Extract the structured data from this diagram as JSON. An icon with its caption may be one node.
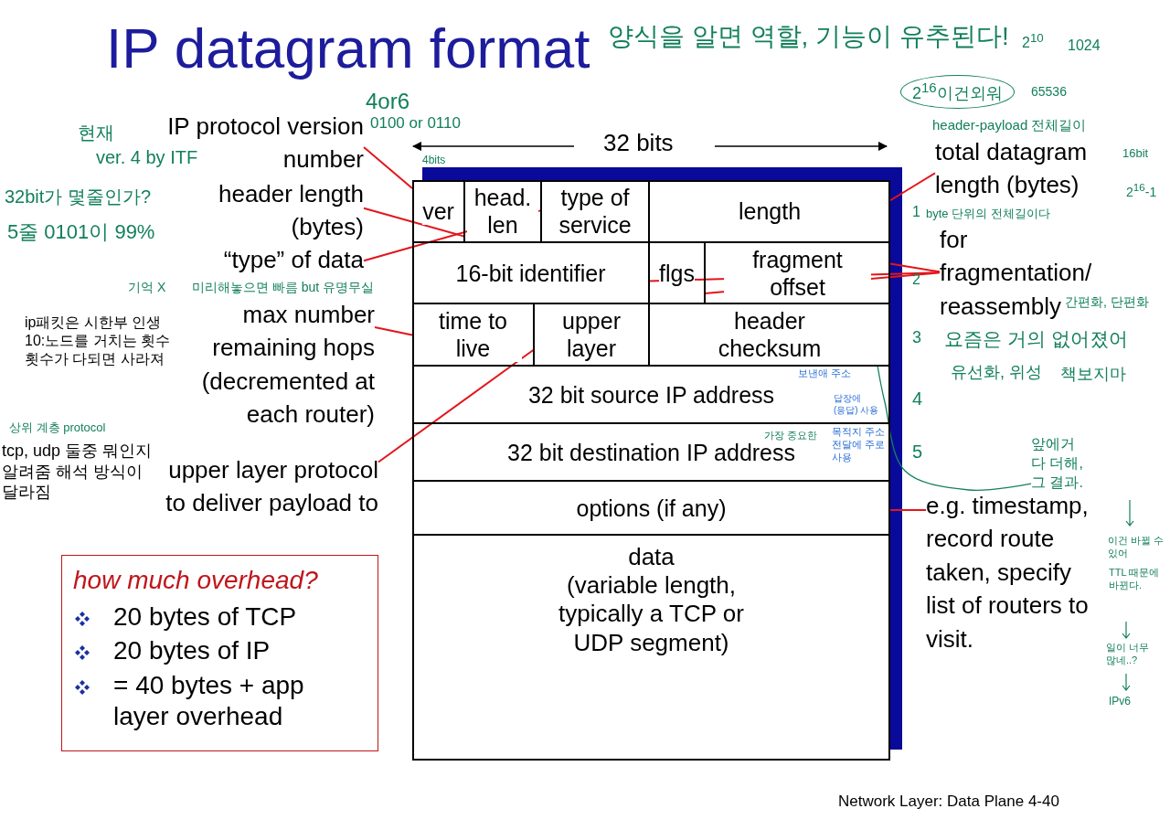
{
  "diagram": {
    "title": "IP datagram format",
    "nodes": [
      {
        "text": [],
        "shape": "box"
      },
      {
        "text": [
          "ver"
        ],
        "in": 0
      },
      {
        "text": [
          "head. len"
        ],
        "in": 0
      },
      {
        "text": [
          "type of service"
        ],
        "in": 0
      },
      {
        "text": [
          "length"
        ],
        "in": 0
      },
      {
        "text": [
          "16-bit identifier"
        ],
        "in": 0
      },
      {
        "text": [
          "flgs"
        ],
        "in": 0
      },
      {
        "text": [
          "fragment offset"
        ],
        "in": 0
      },
      {
        "text": [
          "time to live"
        ],
        "in": 0
      },
      {
        "text": [
          "upper layer"
        ],
        "in": 0
      },
      {
        "text": [
          "header checksum"
        ],
        "in": 0
      },
      {
        "text": [
          "32 bit source IP address"
        ],
        "in": 0
      },
      {
        "text": [
          "32 bit destination IP address"
        ],
        "in": 0
      },
      {
        "text": [
          "options (if any)"
        ],
        "in": 0
      },
      {
        "text": [
          "data",
          "(variable length, typically a TCP or UDP segment)"
        ],
        "in": 0
      },
      {
        "text": [
          "IP protocol version number"
        ]
      },
      {
        "text": [
          "header length (bytes)"
        ]
      },
      {
        "text": [
          "“type” of data"
        ]
      },
      {
        "text": [
          "max number remaining hops (decremented at each router)"
        ]
      },
      {
        "text": [
          "upper layer protocol to deliver payload to"
        ]
      },
      {
        "text": [
          "total datagram length (bytes)"
        ]
      },
      {
        "text": [
          "for fragmentation/ reassembly"
        ]
      },
      {
        "text": [
          "e.g. timestamp, record route taken, specify list of routers to visit."
        ]
      },
      {
        "text": [
          "how much overhead?",
          "20 bytes of TCP",
          "20 bytes of IP",
          "= 40 bytes + app layer overhead"
        ]
      },
      {
        "text": [
          "앞에거 다 더해, 그 결과."
        ]
      }
    ],
    "edges": [
      {
        "from": 15,
        "to": 1,
        "arrow": "none"
      },
      {
        "from": 16,
        "to": 2,
        "arrow": "none"
      },
      {
        "from": 17,
        "to": 3,
        "arrow": "none"
      },
      {
        "from": 18,
        "to": 8,
        "arrow": "none"
      },
      {
        "from": 19,
        "to": 9,
        "arrow": "none"
      },
      {
        "from": 20,
        "to": 4,
        "arrow": "none"
      },
      {
        "from": 21,
        "to": 7,
        "arrow": "none"
      },
      {
        "from": 21,
        "to": 5,
        "arrow": "none"
      },
      {
        "from": 21,
        "to": 6,
        "arrow": "none"
      },
      {
        "from": 22,
        "to": 13,
        "arrow": "none"
      },
      {
        "from": 24,
        "to": 10,
        "arrow": "none",
        "color": "#13805a"
      }
    ],
    "labels": [
      "32 bits",
      "ip패킷은 시한부 인생 10:노드를 거치는 횟수 횟수가 다되면 사라져",
      "상위 계층 protocol",
      "tcp, udp 둘중 뭐인지 알려줌 해석 방식이 달라짐",
      "Network Layer: Data Plane 4-40",
      "양식을 알면 역할, 기능이 유추된다!",
      "4or6",
      "0100 or 0110",
      "현재",
      "ver. 4 by ITF",
      "32bit가 몇줄인가?",
      "5줄 0101이 99%",
      "4bits",
      "기억 X",
      "미리해놓으면 빠름 but 유명무실",
      "2$^{16}$이건외워",
      "2$^{10}$",
      "1024",
      "65536",
      "header-payload 전체길이",
      "16bit",
      "2$^{16}$-1",
      "1",
      "byte 단위의 전체길이다",
      "2",
      "간편화, 단편화",
      "3",
      "요즘은 거의 없어졌어",
      "유선화, 위성",
      "책보지마",
      "4",
      "5",
      "보낸애 주소",
      "답장에 (응답) 사용",
      "가장 중요한",
      "목적지 주소 전달에 주로 사용",
      "이건 바뀔 수 있어",
      "TTL 때문에 바뀐다.",
      "일이 너무 많네..?",
      "IPv6"
    ]
  }
}
